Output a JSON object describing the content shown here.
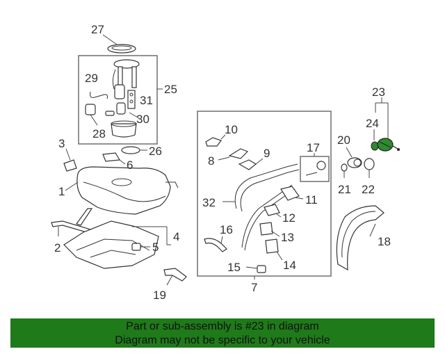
{
  "callouts": {
    "c1": "1",
    "c2": "2",
    "c3": "3",
    "c4": "4",
    "c5": "5",
    "c6": "6",
    "c7": "7",
    "c8": "8",
    "c9": "9",
    "c10": "10",
    "c11": "11",
    "c12": "12",
    "c13": "13",
    "c14": "14",
    "c15": "15",
    "c16": "16",
    "c17": "17",
    "c18": "18",
    "c19": "19",
    "c20": "20",
    "c21": "21",
    "c22": "22",
    "c23": "23",
    "c24": "24",
    "c25": "25",
    "c26": "26",
    "c27": "27",
    "c28": "28",
    "c29": "29",
    "c30": "30",
    "c31": "31",
    "c32": "32"
  },
  "highlight_part": "23",
  "colors": {
    "footer_bg": "#1f7a1a",
    "line": "#333333",
    "box": "#777777",
    "highlight": "#2e8b2e"
  },
  "footer": {
    "line1": "Part or sub-assembly is #23 in diagram",
    "line2": "Diagram may not be specific to your vehicle"
  }
}
